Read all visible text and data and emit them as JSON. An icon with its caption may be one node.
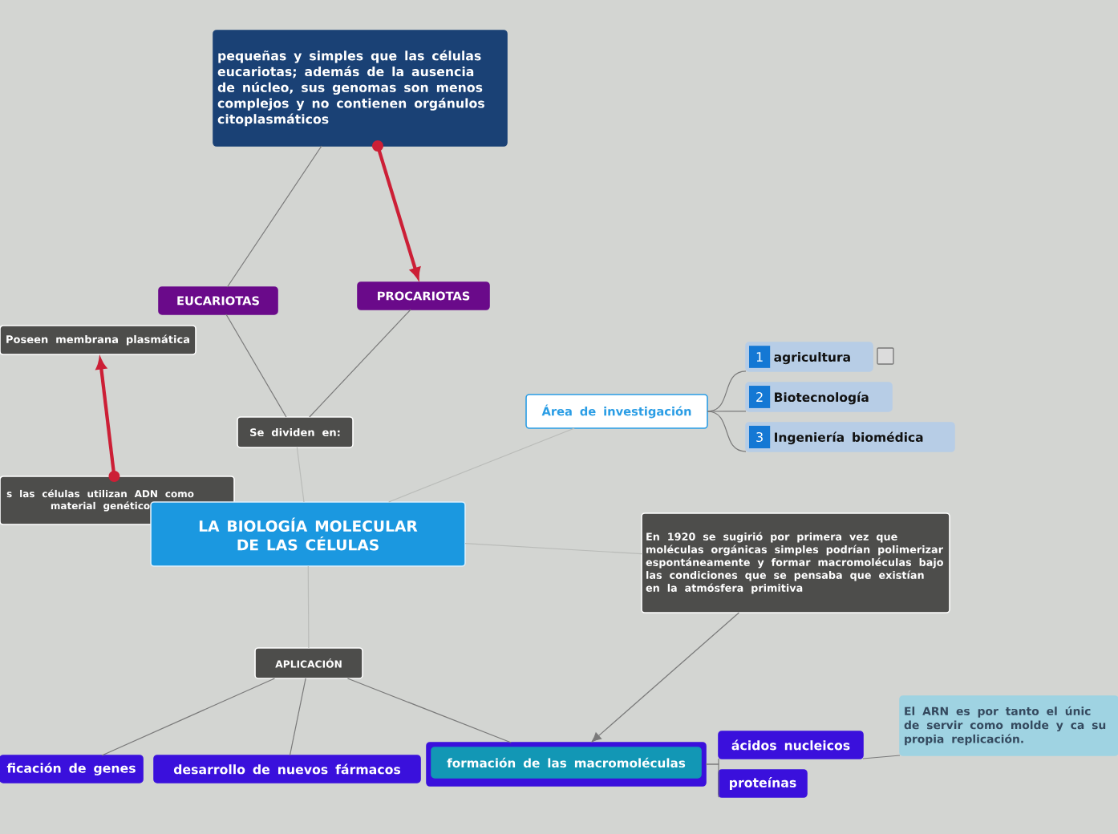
{
  "diagram": {
    "nodes": [
      {
        "text": [
          "pequeñas y simples que las células eucariotas; además de la ausencia de núcleo, sus genomas son menos complejos y no contienen orgánulos citoplasmáticos"
        ]
      },
      {
        "text": [
          "EUCARIOTAS"
        ]
      },
      {
        "text": [
          "PROCARIOTAS"
        ]
      },
      {
        "text": [
          "Poseen membrana plasmática"
        ]
      },
      {
        "text": [
          "Se dividen en:"
        ]
      },
      {
        "text": [
          "Área de investigación"
        ]
      },
      {
        "text": [
          "1",
          "agricultura"
        ]
      },
      {
        "text": [
          "2",
          "Biotecnología"
        ]
      },
      {
        "text": [
          "3",
          "Ingeniería biomédica"
        ]
      },
      {
        "text": [
          "s las células utilizan ADN como material genético"
        ]
      },
      {
        "text": [
          "LA BIOLOGÍA MOLECULAR DE LAS CÉLULAS"
        ]
      },
      {
        "text": [
          "En 1920 se sugirió por primera vez que moléculas orgánicas simples podrían polimerizar espontáneamente y formar macromoléculas bajo las condiciones que se pensaba que existían en la atmósfera primitiva"
        ]
      },
      {
        "text": [
          "APLICACIÓN"
        ]
      },
      {
        "text": [
          "ficación de genes"
        ]
      },
      {
        "text": [
          "desarrollo de nuevos fármacos"
        ]
      },
      {
        "text": [],
        "shape": "box"
      },
      {
        "text": [
          "formación de las macromoléculas"
        ],
        "in": 15
      },
      {
        "text": [
          "ácidos nucleicos"
        ]
      },
      {
        "text": [
          "proteínas"
        ]
      },
      {
        "text": [
          "El ARN es por tanto el únic de servir como molde y ca su propia replicación."
        ]
      }
    ],
    "edges": [
      {
        "from": 0,
        "to": 1,
        "arrow": "none"
      },
      {
        "from": 0,
        "to": 2,
        "arrow": "to",
        "style": "thick",
        "color": "#cc1f36"
      },
      {
        "from": 1,
        "to": 4,
        "arrow": "none"
      },
      {
        "from": 2,
        "to": 4,
        "arrow": "none"
      },
      {
        "from": 9,
        "to": 3,
        "arrow": "to",
        "style": "thick",
        "color": "#cc1f36"
      },
      {
        "from": 10,
        "to": 4,
        "arrow": "none",
        "color": "#b9bbb8"
      },
      {
        "from": 10,
        "to": 5,
        "arrow": "none",
        "color": "#b9bbb8"
      },
      {
        "from": 5,
        "to": 6,
        "arrow": "none"
      },
      {
        "from": 5,
        "to": 7,
        "arrow": "none"
      },
      {
        "from": 5,
        "to": 8,
        "arrow": "none"
      },
      {
        "from": 10,
        "to": 11,
        "arrow": "none",
        "color": "#b9bbb8"
      },
      {
        "from": 10,
        "to": 12,
        "arrow": "none",
        "color": "#b9bbb8"
      },
      {
        "from": 12,
        "to": 13,
        "arrow": "none"
      },
      {
        "from": 12,
        "to": 14,
        "arrow": "none"
      },
      {
        "from": 12,
        "to": 15,
        "arrow": "none"
      },
      {
        "from": 11,
        "to": 15,
        "arrow": "to"
      },
      {
        "from": 15,
        "to": 17,
        "arrow": "none"
      },
      {
        "from": 15,
        "to": 18,
        "arrow": "none"
      },
      {
        "from": 17,
        "to": 19,
        "arrow": "none"
      }
    ]
  }
}
